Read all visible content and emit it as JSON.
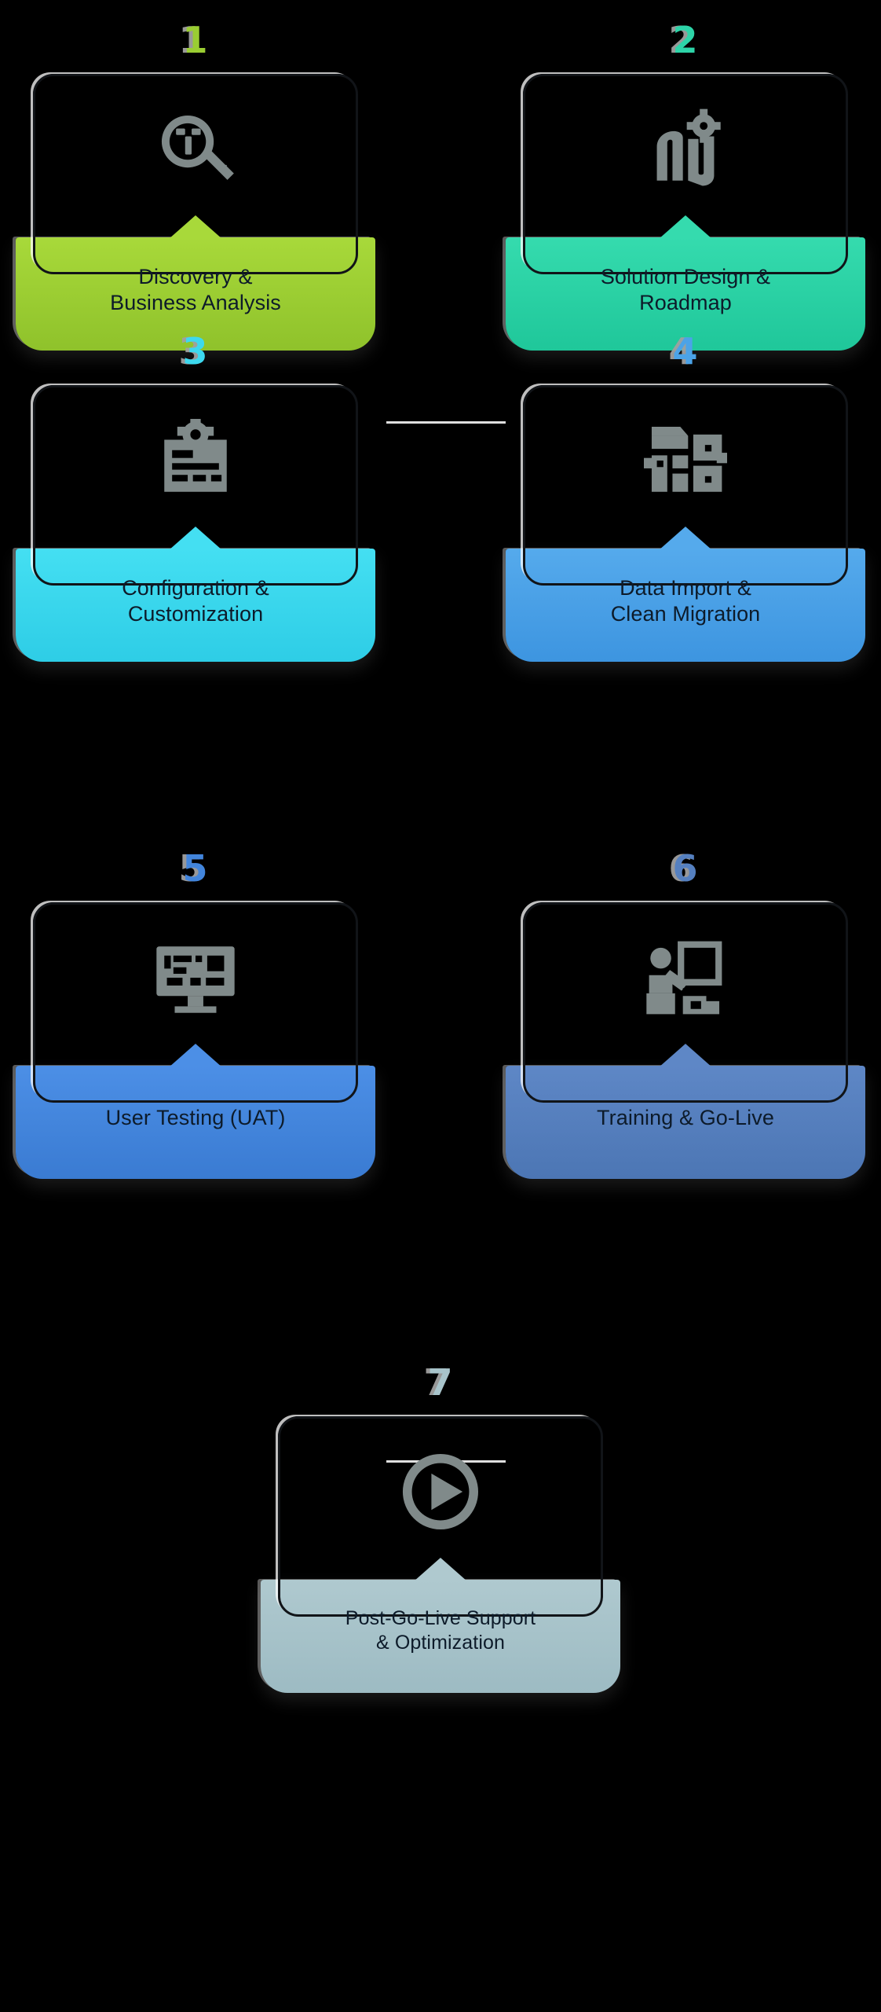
{
  "page": {
    "title": "Implementation Process Steps",
    "background_color": "#000000",
    "label_text_color": "#0d1b2a",
    "frame_outline_color": "#111418",
    "icon_color": "#808a8a",
    "connector_color": "#f2f2f2"
  },
  "steps": [
    {
      "number": "1",
      "label_line1": "Discovery &",
      "label_line2": "Business Analysis",
      "accent_color": "#9ACD32",
      "fill_color_top": "#A8D93A",
      "fill_color_bottom": "#8FC22B",
      "icon_name": "magnifier-key-icon",
      "icon_label": "magnifying glass"
    },
    {
      "number": "2",
      "label_line1": "Solution Design &",
      "label_line2": "Roadmap",
      "accent_color": "#2DD4A8",
      "fill_color_top": "#35DBAE",
      "fill_color_bottom": "#1FC79A",
      "icon_name": "roadmap-gear-icon",
      "icon_label": "winding road with gear"
    },
    {
      "number": "3",
      "label_line1": "Configuration &",
      "label_line2": "Customization",
      "accent_color": "#3DD9EF",
      "fill_color_top": "#44DFF2",
      "fill_color_bottom": "#2ECDE6",
      "icon_name": "clipboard-settings-icon",
      "icon_label": "clipboard with gear"
    },
    {
      "number": "4",
      "label_line1": "Data Import &",
      "label_line2": "Clean Migration",
      "accent_color": "#4BA3E8",
      "fill_color_top": "#55AAEC",
      "fill_color_bottom": "#3D95E0",
      "icon_name": "data-transfer-icon",
      "icon_label": "file data transfer"
    },
    {
      "number": "5",
      "label_line1": "User Testing (UAT)",
      "label_line2": "",
      "accent_color": "#4285DC",
      "fill_color_top": "#4C8FE6",
      "fill_color_bottom": "#3A7BD2",
      "icon_name": "desktop-monitor-icon",
      "icon_label": "desktop monitor"
    },
    {
      "number": "6",
      "label_line1": "Training & Go-Live",
      "label_line2": "",
      "accent_color": "#5580C0",
      "fill_color_top": "#5E87C6",
      "fill_color_bottom": "#4C76B4",
      "icon_name": "presentation-training-icon",
      "icon_label": "person presenting at board"
    },
    {
      "number": "7",
      "label_line1": "Post-Go-Live Support",
      "label_line2": "& Optimization",
      "accent_color": "#A8C4CB",
      "fill_color_top": "#AFC9CF",
      "fill_color_bottom": "#9DBBC3",
      "icon_name": "play-circle-icon",
      "icon_label": "play button in circle"
    }
  ],
  "connectors": [
    {
      "name": "connector-step1-step2"
    },
    {
      "name": "connector-step5-step6"
    }
  ]
}
